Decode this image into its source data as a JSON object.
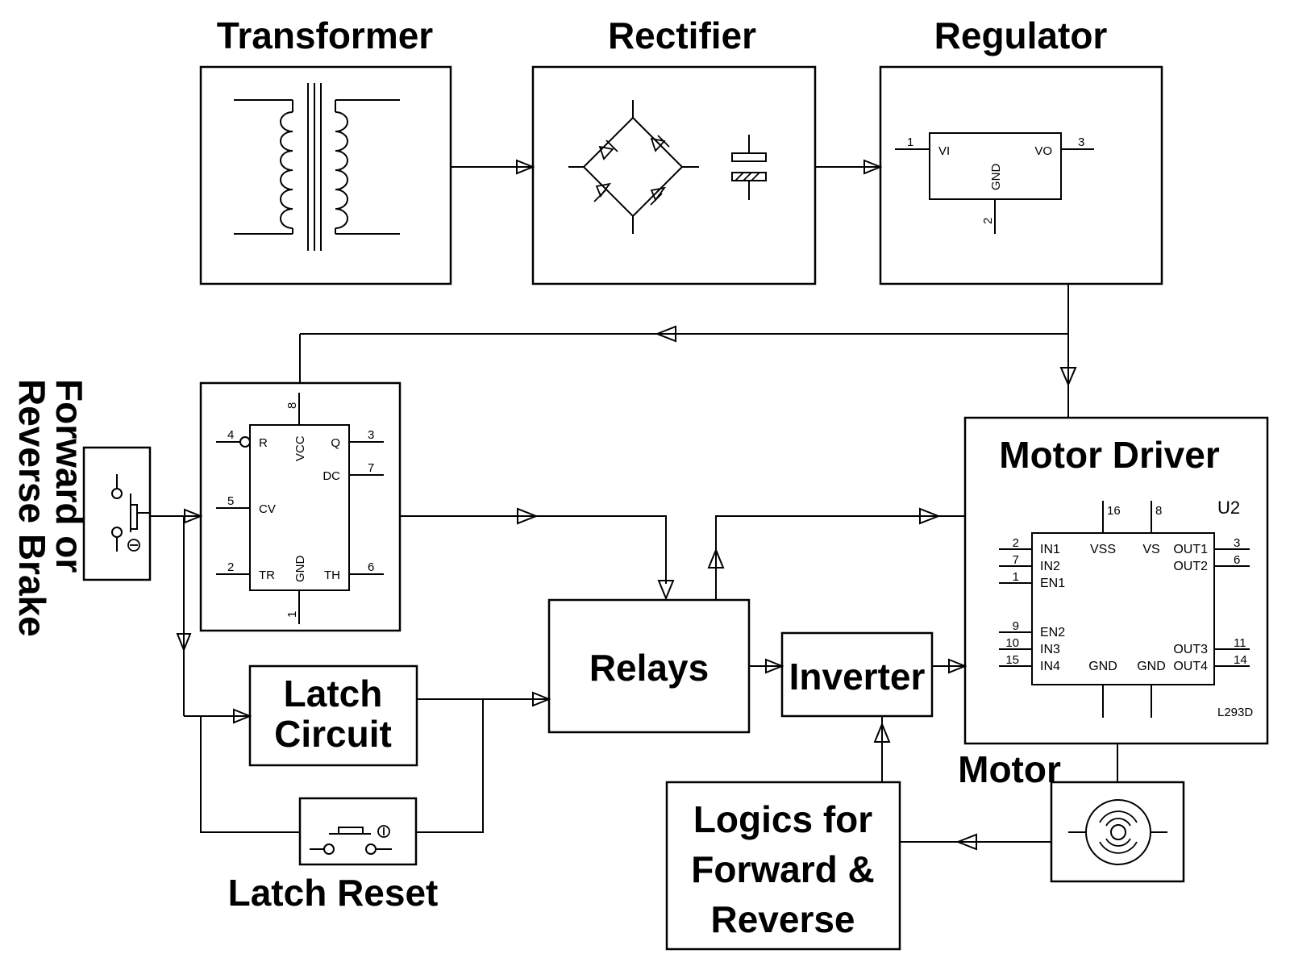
{
  "blocks": {
    "transformer": "Transformer",
    "rectifier": "Rectifier",
    "regulator": "Regulator",
    "motor_driver": "Motor Driver",
    "relays": "Relays",
    "inverter": "Inverter",
    "latch_line1": "Latch",
    "latch_line2": "Circuit",
    "latch_reset": "Latch Reset",
    "motor": "Motor",
    "logics_line1": "Logics for",
    "logics_line2": "Forward &",
    "logics_line3": "Reverse",
    "switch_line1": "Forward or",
    "switch_line2": "Reverse Brake"
  },
  "regulator_ic": {
    "vi": "VI",
    "vo": "VO",
    "gnd": "GND",
    "pin_vi": "1",
    "pin_vo": "3",
    "pin_gnd": "2"
  },
  "timer_ic": {
    "r": "R",
    "vcc": "VCC",
    "q": "Q",
    "dc": "DC",
    "cv": "CV",
    "tr": "TR",
    "gnd": "GND",
    "th": "TH",
    "pin_r": "4",
    "pin_vcc": "8",
    "pin_q": "3",
    "pin_dc": "7",
    "pin_cv": "5",
    "pin_tr": "2",
    "pin_th": "6",
    "pin_gnd": "1"
  },
  "driver_ic": {
    "ref": "U2",
    "part": "L293D",
    "in1": "IN1",
    "in2": "IN2",
    "en1": "EN1",
    "en2": "EN2",
    "in3": "IN3",
    "in4": "IN4",
    "vss": "VSS",
    "vs": "VS",
    "out1": "OUT1",
    "out2": "OUT2",
    "out3": "OUT3",
    "out4": "OUT4",
    "gnd_a": "GND",
    "gnd_b": "GND",
    "pin_in1": "2",
    "pin_in2": "7",
    "pin_en1": "1",
    "pin_en2": "9",
    "pin_in3": "10",
    "pin_in4": "15",
    "pin_vss": "16",
    "pin_vs": "8",
    "pin_out1": "3",
    "pin_out2": "6",
    "pin_out3": "11",
    "pin_out4": "14"
  }
}
